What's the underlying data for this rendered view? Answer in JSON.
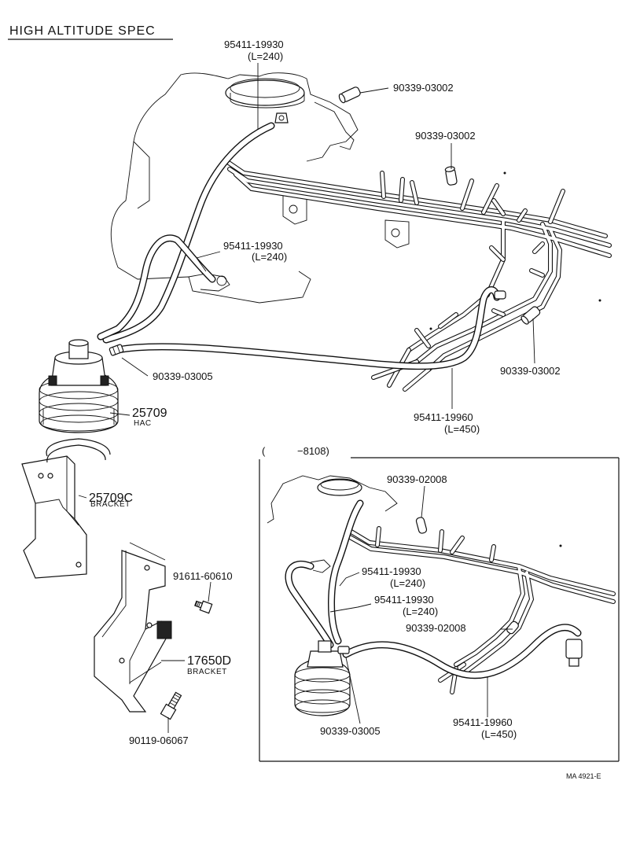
{
  "header": {
    "title": "HIGH ALTITUDE SPEC"
  },
  "callouts": {
    "hose_top_part": "95411-19930",
    "hose_top_len": "(L=240)",
    "cap_top_right": "90339-03002",
    "cap_mid": "90339-03002",
    "hose_mid_part": "95411-19930",
    "hose_mid_len": "(L=240)",
    "union_hac": "90339-03005",
    "cap_right": "90339-03002",
    "hose_long_part": "95411-19960",
    "hose_long_len": "(L=450)",
    "hac_part": "25709",
    "hac_name": "HAC",
    "bracket1_part": "25709C",
    "bracket1_name": "BRACKET",
    "bolt1_part": "91611-60610",
    "bracket2_part": "17650D",
    "bracket2_name": "BRACKET",
    "bolt2_part": "90119-06067"
  },
  "inset": {
    "range_open": "(",
    "range_end": "−8108)",
    "cap_part": "90339-02008",
    "hose1_part": "95411-19930",
    "hose1_len": "(L=240)",
    "hose2_part": "95411-19930",
    "hose2_len": "(L=240)",
    "cap2_part": "90339-02008",
    "union_part": "90339-03005",
    "hose_long_part": "95411-19960",
    "hose_long_len": "(L=450)"
  },
  "footer": {
    "code": "MA  4921-E"
  }
}
